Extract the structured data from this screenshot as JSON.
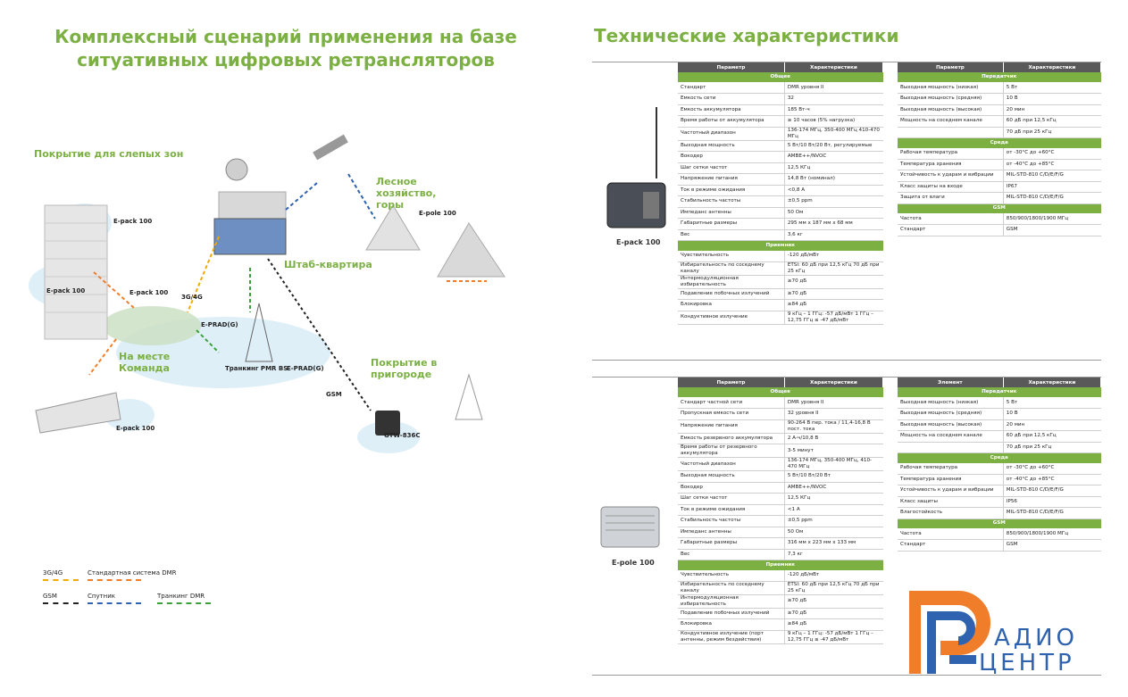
{
  "left": {
    "title": "Комплексный сценарий применения на базе ситуативных цифровых ретрансляторов",
    "labels": {
      "blind_zones": "Покрытие для слепых зон",
      "forest": "Лесное хозяйство, горы",
      "hq": "Штаб-квартира",
      "on_site": "На месте Команда",
      "suburbs": "Покрытие в пригороде",
      "epack1": "E-pack 100",
      "epack2": "E-pack 100",
      "epack3": "E-pack 100",
      "epack4": "E-pack 100",
      "epole": "E-pole 100",
      "eprad1": "E-PRAD(G)",
      "eprad2": "E-PRAD(G)",
      "trunk": "Транкинг PMR BS",
      "net": "3G/4G",
      "gsm": "GSM",
      "gtw": "GTW-836C"
    },
    "legend": [
      {
        "label": "3G/4G",
        "color": "#f2a900"
      },
      {
        "label": "Стандартная система DMR",
        "color": "#f07d2a"
      },
      {
        "label": "GSM",
        "color": "#222222"
      },
      {
        "label": "Спутник",
        "color": "#2f63b0"
      },
      {
        "label": "Транкинг DMR",
        "color": "#3aa13a"
      }
    ]
  },
  "right": {
    "title": "Технические характеристики",
    "device1": "E-pack 100",
    "device2": "E-pole 100",
    "table1": {
      "headers": [
        "Параметр",
        "Характеристики"
      ],
      "sections": [
        {
          "name": "Общее",
          "rows": [
            [
              "Стандарт",
              "DMR уровня II"
            ],
            [
              "Емкость сети",
              "32"
            ],
            [
              "Емкость аккумулятора",
              "185 Вт-ч"
            ],
            [
              "Время работы от аккумулятора",
              "≥ 10 часов (5% нагрузка)"
            ],
            [
              "Частотный диапазон",
              "136-174 МГц, 350-400 МГц 410-470 МГц"
            ],
            [
              "Выходная мощность",
              "5 Вт/10 Вт/20 Вт, регулируемые"
            ],
            [
              "Вокодер",
              "AMBE++/NVOC"
            ],
            [
              "Шаг сетки частот",
              "12,5 КГц"
            ],
            [
              "Напряжение питания",
              "14,8 Вт (номинал)"
            ],
            [
              "Ток в режиме ожидания",
              "<0,8 А"
            ],
            [
              "Стабильность частоты",
              "±0,5 ppm"
            ],
            [
              "Импеданс антенны",
              "50 Ом"
            ],
            [
              "Габаритные размеры",
              "295 мм x 187 мм x 68 мм"
            ],
            [
              "Вес",
              "3,6 кг"
            ]
          ]
        },
        {
          "name": "Приемник",
          "rows": [
            [
              "Чувствительность",
              "-120 дБ/мВт"
            ],
            [
              "Избирательность по соседнему каналу",
              "ETSI: 60 дБ при 12,5 кГц 70 дБ при 25 кГц"
            ],
            [
              "Интермодуляционная избирательность",
              "≥70 дБ"
            ],
            [
              "Подавление побочных излучений",
              "≥70 дБ"
            ],
            [
              "Блокировка",
              "≥84 дБ"
            ],
            [
              "Кондуктивное излучение",
              "9 кГц – 1 ГГц: -57 дБ/мВт 1 ГГц – 12,75 ГГц ≤ -47 дБ/мВт"
            ]
          ]
        }
      ]
    },
    "table2": {
      "headers": [
        "Параметр",
        "Характеристики"
      ],
      "sections": [
        {
          "name": "Передатчик",
          "rows": [
            [
              "Выходная мощность (низкая)",
              "5 Вт"
            ],
            [
              "Выходная мощность (средняя)",
              "10 В"
            ],
            [
              "Выходная мощность (высокая)",
              "20 мин"
            ],
            [
              "Мощность на соседнем канале",
              "60 дБ при 12,5 кГц"
            ],
            [
              "",
              "70 дБ при 25 кГц"
            ]
          ]
        },
        {
          "name": "Среда",
          "rows": [
            [
              "Рабочая температура",
              "от -30°С до +60°С"
            ],
            [
              "Температура хранения",
              "от -40°С до +85°С"
            ],
            [
              "Устойчивость к ударам и вибрации",
              "MIL-STD-810 C/D/E/F/G"
            ],
            [
              "Класс защиты на входе",
              "IP67"
            ],
            [
              "Защита от влаги",
              "MIL-STD-810 C/D/E/F/G"
            ]
          ]
        },
        {
          "name": "GSM",
          "rows": [
            [
              "Частота",
              "850/900/1800/1900 МГц"
            ],
            [
              "Стандарт",
              "GSM"
            ]
          ]
        }
      ]
    },
    "table3": {
      "headers": [
        "Параметр",
        "Характеристики"
      ],
      "sections": [
        {
          "name": "Общее",
          "rows": [
            [
              "Стандарт частной сети",
              "DMR уровня II"
            ],
            [
              "Пропускная емкость сети",
              "32 уровня II"
            ],
            [
              "Напряжение питания",
              "90-264 В пер. тока / 11,4-16,8 В пост. тока"
            ],
            [
              "Емкость резервного аккумулятора",
              "2 А-ч/10,8 В"
            ],
            [
              "Время работы от резервного аккумулятора",
              "3-5 минут"
            ],
            [
              "Частотный диапазон",
              "136-174 МГц, 350-400 МГц, 410-470 МГц"
            ],
            [
              "Выходная мощность",
              "5 Вт/10 Вт/20 Вт"
            ],
            [
              "Вокодер",
              "AMBE++/NVOC"
            ],
            [
              "Шаг сетки частот",
              "12,5 КГц"
            ],
            [
              "Ток в режиме ожидания",
              "<1 А"
            ],
            [
              "Стабильность частоты",
              "±0,5 ppm"
            ],
            [
              "Импеданс антенны",
              "50 Ом"
            ],
            [
              "Габаритные размеры",
              "316 мм x 223 мм x 133 мм"
            ],
            [
              "Вес",
              "7,3 кг"
            ]
          ]
        },
        {
          "name": "Приемник",
          "rows": [
            [
              "Чувствительность",
              "-120 дБ/мВт"
            ],
            [
              "Избирательность по соседнему каналу",
              "ETSI: 60 дБ при 12,5 кГц 70 дБ при 25 кГц"
            ],
            [
              "Интермодуляционная избирательность",
              "≥70 дБ"
            ],
            [
              "Подавление побочных излучений",
              "≥70 дБ"
            ],
            [
              "Блокировка",
              "≥84 дБ"
            ],
            [
              "Кондуктивное излучение (порт антенны, режим бездействия)",
              "9 кГц – 1 ГГц: -57 дБ/мВт 1 ГГц – 12,75 ГГц ≤ -47 дБ/мВт"
            ]
          ]
        }
      ]
    },
    "table4": {
      "headers": [
        "Элемент",
        "Характеристики"
      ],
      "sections": [
        {
          "name": "Передатчик",
          "rows": [
            [
              "Выходная мощность (низкая)",
              "5 Вт"
            ],
            [
              "Выходная мощность (средняя)",
              "10 В"
            ],
            [
              "Выходная мощность (высокая)",
              "20 мин"
            ],
            [
              "Мощность на соседнем канале",
              "60 дБ при 12,5 кГц"
            ],
            [
              "",
              "70 дБ при 25 кГц"
            ]
          ]
        },
        {
          "name": "Среда",
          "rows": [
            [
              "Рабочая температура",
              "от -30°С до +60°С"
            ],
            [
              "Температура хранения",
              "от -40°С до +85°С"
            ],
            [
              "Устойчивость к ударам и вибрации",
              "MIL-STD-810 C/D/E/F/G"
            ],
            [
              "Класс защиты",
              "IP56"
            ],
            [
              "Влагостойкость",
              "MIL-STD-810 C/D/E/F/G"
            ]
          ]
        },
        {
          "name": "GSM",
          "rows": [
            [
              "Частота",
              "850/900/1800/1900 МГц"
            ],
            [
              "Стандарт",
              "GSM"
            ]
          ]
        }
      ]
    }
  },
  "logo": {
    "line1": "АДИО",
    "line2": "ЦЕНТР",
    "blue": "#2f63b0",
    "orange": "#f07d2a"
  }
}
